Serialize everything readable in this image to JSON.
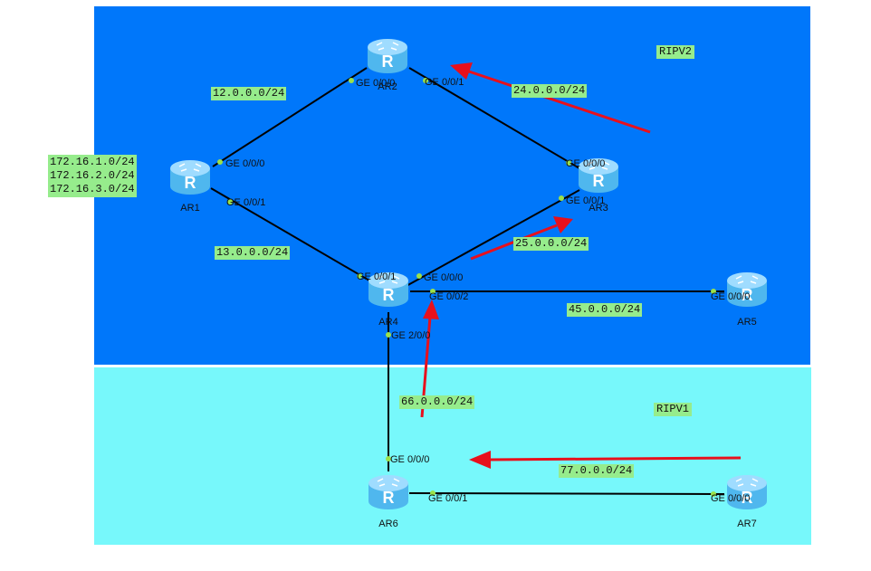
{
  "colors": {
    "ripv2_area": "#0077fa",
    "ripv1_area": "#77f8fb",
    "label_bg": "#96ec8c",
    "link": "#000000",
    "arrow": "#e8101c",
    "router_body": "#4fb7ee",
    "router_top": "#9fdcff",
    "port_dot": "#9be14a"
  },
  "areas": {
    "ripv2": {
      "label": "RIPV2"
    },
    "ripv1": {
      "label": "RIPV1"
    }
  },
  "routers": {
    "ar1": {
      "name": "AR1",
      "icon": "router-icon"
    },
    "ar2": {
      "name": "AR2",
      "icon": "router-icon"
    },
    "ar3": {
      "name": "AR3",
      "icon": "router-icon"
    },
    "ar4": {
      "name": "AR4",
      "icon": "router-icon"
    },
    "ar5": {
      "name": "AR5",
      "icon": "router-icon"
    },
    "ar6": {
      "name": "AR6",
      "icon": "router-icon"
    },
    "ar7": {
      "name": "AR7",
      "icon": "router-icon"
    }
  },
  "networks": {
    "n12": "12.0.0.0/24",
    "n13": "13.0.0.0/24",
    "n24": "24.0.0.0/24",
    "n25": "25.0.0.0/24",
    "n45": "45.0.0.0/24",
    "n66": "66.0.0.0/24",
    "n77": "77.0.0.0/24",
    "loopbacks": [
      "172.16.1.0/24",
      "172.16.2.0/24",
      "172.16.3.0/24"
    ]
  },
  "interfaces": {
    "ar1_g000": "GE 0/0/0",
    "ar1_g001": "GE 0/0/1",
    "ar2_g000": "GE 0/0/0",
    "ar2_g001": "GE 0/0/1",
    "ar3_g000": "GE 0/0/0",
    "ar3_g001": "GE 0/0/1",
    "ar4_g001": "GE 0/0/1",
    "ar4_g000": "GE 0/0/0",
    "ar4_g002": "GE 0/0/2",
    "ar4_g200": "GE 2/0/0",
    "ar5_g000": "GE 0/0/0",
    "ar6_g000": "GE 0/0/0",
    "ar6_g001": "GE 0/0/1",
    "ar7_g000": "GE 0/0/0"
  }
}
